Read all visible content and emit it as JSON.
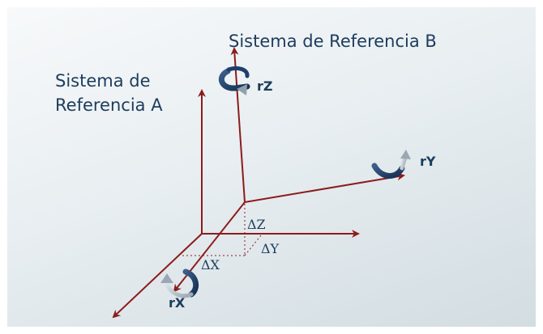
{
  "labels": {
    "system_a_line1": "Sistema de",
    "system_a_line2": "Referencia A",
    "system_b": "Sistema de Referencia B",
    "rot_z": "rZ",
    "rot_y": "rY",
    "rot_x": "rX",
    "delta_z": "ΔZ",
    "delta_y": "ΔY",
    "delta_x": "ΔX"
  },
  "colors": {
    "axis": "#8c1c1c",
    "text": "#1d3c5c",
    "rotation_arrow_dark": "#1f3f6b",
    "rotation_arrow_light": "#b9c4cc",
    "dotted_guides": "#8c1c1c"
  }
}
